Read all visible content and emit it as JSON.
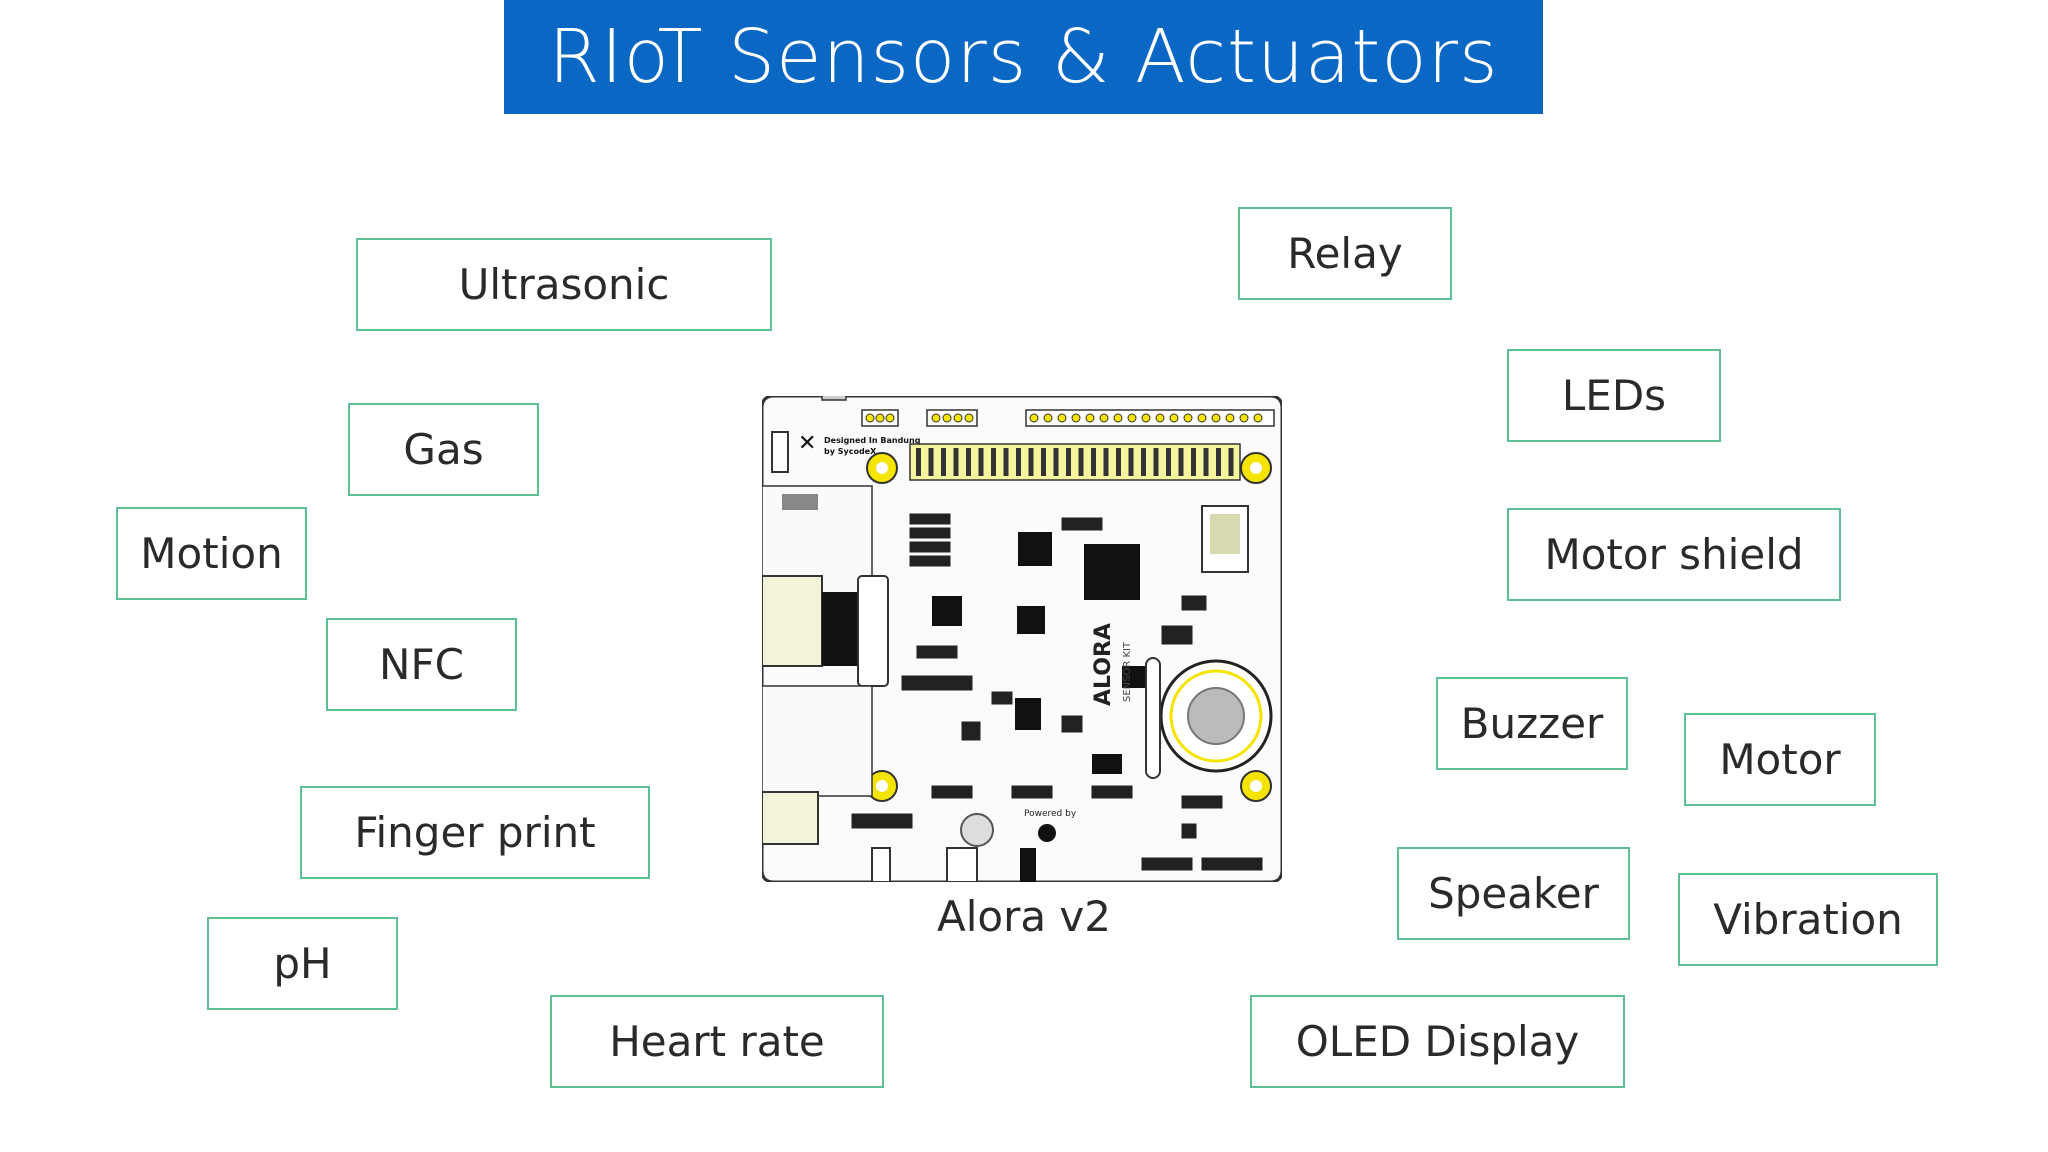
{
  "title": "RIoT Sensors & Actuators",
  "board": {
    "caption": "Alora v2",
    "brand": "ALORA",
    "kit": "SENSOR KIT",
    "designed_in": "Designed In Bandung",
    "designed_by": "by SycodeX",
    "powered_by": "Powered by"
  },
  "labels": {
    "ultrasonic": "Ultrasonic",
    "gas": "Gas",
    "motion": "Motion",
    "nfc": "NFC",
    "finger_print": "Finger print",
    "ph": "pH",
    "heart_rate": "Heart rate",
    "relay": "Relay",
    "leds": "LEDs",
    "motor_shield": "Motor shield",
    "buzzer": "Buzzer",
    "motor": "Motor",
    "speaker": "Speaker",
    "vibration": "Vibration",
    "oled_display": "OLED Display"
  },
  "colors": {
    "title_bg": "#0a67c4",
    "box_border": "#5dbf94",
    "pad_yellow": "#f5e400"
  }
}
